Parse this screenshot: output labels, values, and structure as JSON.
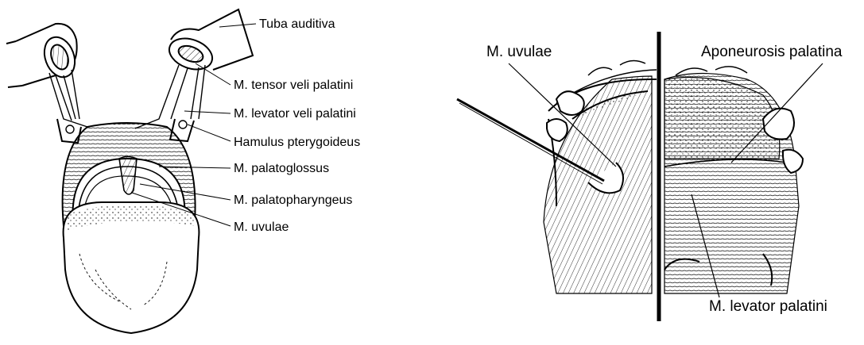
{
  "left_figure": {
    "labels": {
      "tuba_auditiva": "Tuba auditiva",
      "tensor": "M. tensor veli palatini",
      "levator": "M. levator veli palatini",
      "hamulus": "Hamulus pterygoideus",
      "palatoglossus": "M. palatoglossus",
      "palatopharyngeus": "M. palatopharyngeus",
      "uvulae": "M. uvulae"
    }
  },
  "right_figure": {
    "labels": {
      "uvulae": "M. uvulae",
      "aponeurosis": "Aponeurosis palatina",
      "levator": "M. levator palatini"
    }
  }
}
